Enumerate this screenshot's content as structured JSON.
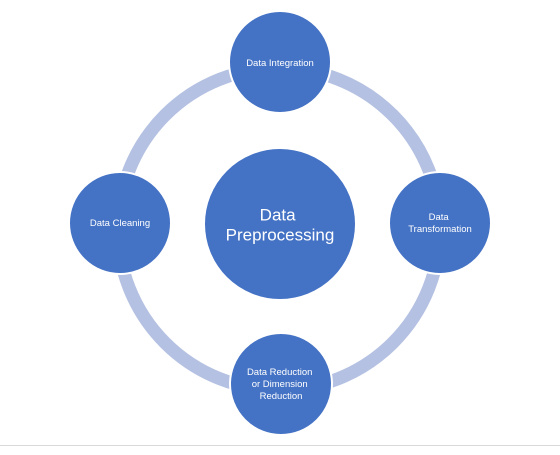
{
  "diagram": {
    "center": {
      "lines": [
        "Data",
        "Preprocessing"
      ]
    },
    "nodes": [
      {
        "id": "integration",
        "lines": [
          "Data Integration"
        ]
      },
      {
        "id": "transformation",
        "lines": [
          "Data",
          "Transformation"
        ]
      },
      {
        "id": "reduction",
        "lines": [
          "Data Reduction",
          "or Dimension",
          "Reduction"
        ]
      },
      {
        "id": "cleaning",
        "lines": [
          "Data Cleaning"
        ]
      }
    ],
    "colors": {
      "node_fill": "#4472c4",
      "node_stroke": "#ffffff",
      "ring": "#b4c1e2",
      "text": "#ffffff"
    }
  }
}
